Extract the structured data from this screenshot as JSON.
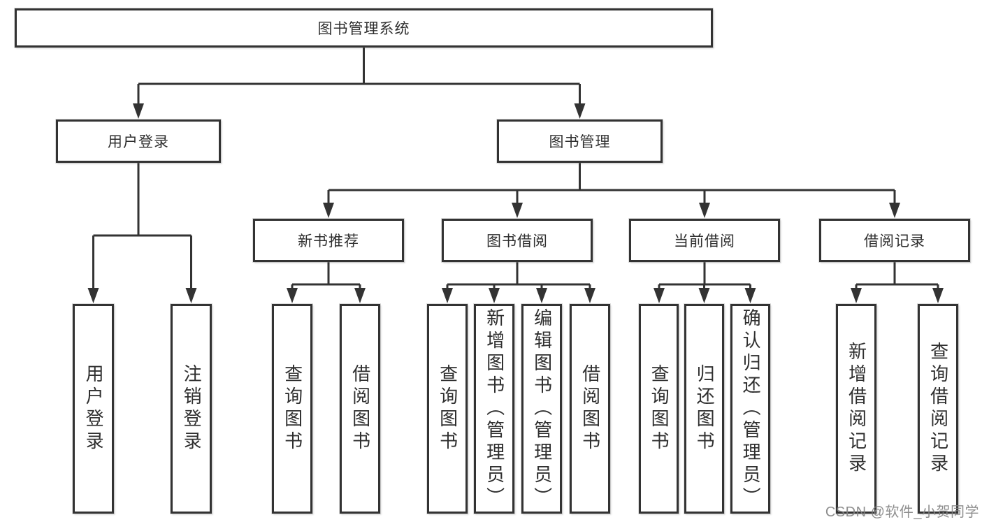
{
  "diagram": {
    "root": {
      "label": "图书管理系统"
    },
    "user_login": {
      "label": "用户登录",
      "children": [
        "用户登录",
        "注销登录"
      ]
    },
    "book_management": {
      "label": "图书管理",
      "sections": {
        "new_book_recommend": {
          "label": "新书推荐",
          "children": [
            "查询图书",
            "借阅图书"
          ]
        },
        "book_borrow": {
          "label": "图书借阅",
          "children": [
            "查询图书",
            "新增图书（管理员）",
            "编辑图书（管理员）",
            "借阅图书"
          ]
        },
        "current_borrow": {
          "label": "当前借阅",
          "children": [
            "查询图书",
            "归还图书",
            "确认归还（管理员）"
          ]
        },
        "borrow_records": {
          "label": "借阅记录",
          "children": [
            "新增借阅记录",
            "查询借阅记录"
          ]
        }
      }
    }
  },
  "watermark": "CSDN @软件_小贺同学",
  "colors": {
    "line": "#333333",
    "border": "#333333",
    "text": "#2f2f2f",
    "background": "#ffffff",
    "watermark": "#828282"
  }
}
